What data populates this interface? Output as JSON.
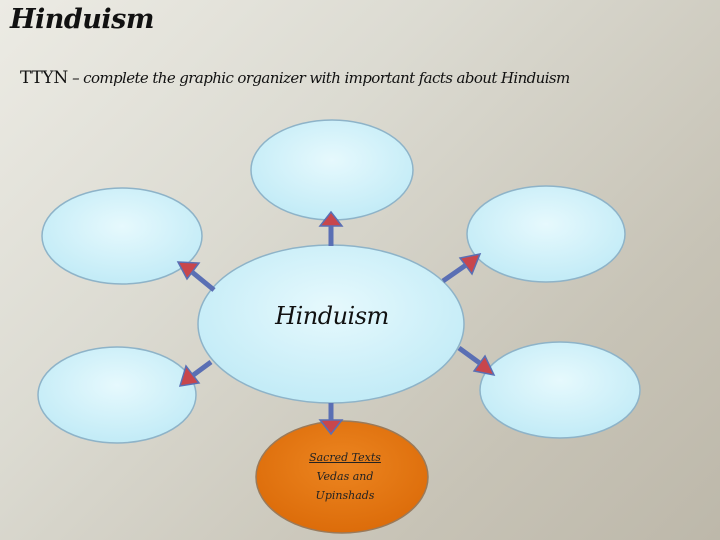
{
  "title": "Hinduism",
  "instruction": {
    "lead": "TTYN",
    "text": " – complete the graphic organizer with important facts about Hinduism"
  },
  "center_node": {
    "label": "Hinduism"
  },
  "bottom_node": {
    "line1": "Sacred Texts",
    "line2": "Vedas and",
    "line3": "Upinshads"
  },
  "colors": {
    "bubble_fill": "#cff2fb",
    "bubble_stroke": "#8eb3c8",
    "bottom_fill": "#e2740d",
    "arrow_shaft": "#5a6fb4",
    "arrow_head": "#c8464c"
  }
}
